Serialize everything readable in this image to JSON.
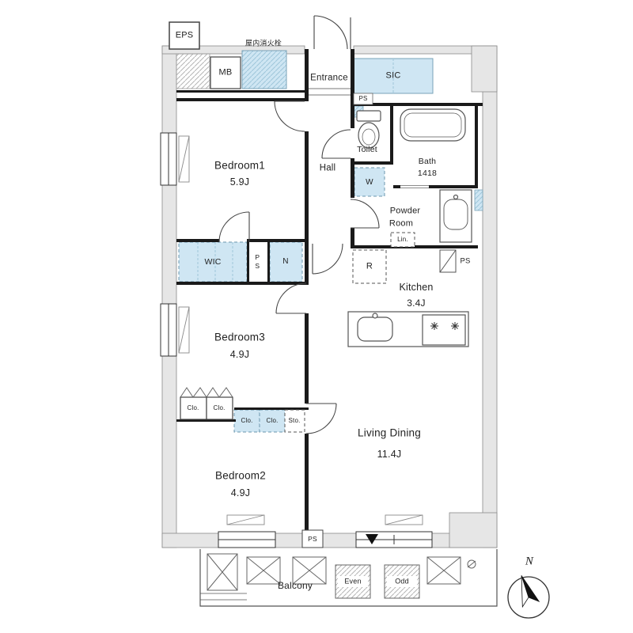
{
  "colors": {
    "highlight_blue": "#cfe6f3",
    "wall_black": "#1a1a1a",
    "exterior_band_gray": "#e6e6e6"
  },
  "labels": {
    "eps": "EPS",
    "fire_hydrant": "屋内消火栓",
    "mb": "MB",
    "entrance": "Entrance",
    "sic": "SIC",
    "ps_entrance": "PS",
    "toilet": "Toilet",
    "bath_name": "Bath",
    "bath_size": "1418",
    "hall": "Hall",
    "bedroom1_name": "Bedroom1",
    "bedroom1_size": "5.9J",
    "washer": "W",
    "powder_line1": "Powder",
    "powder_line2": "Room",
    "linen": "Lin.",
    "ps_right": "PS",
    "wic": "WIC",
    "ps_mid": "PS",
    "n_closet": "N",
    "fridge": "R",
    "kitchen_name": "Kitchen",
    "kitchen_size": "3.4J",
    "bedroom3_name": "Bedroom3",
    "bedroom3_size": "4.9J",
    "clo_1": "Clo.",
    "clo_2": "Clo.",
    "clo_3": "Clo.",
    "clo_4": "Clo.",
    "storage": "Sto.",
    "living_name": "Living Dining",
    "living_size": "11.4J",
    "bedroom2_name": "Bedroom2",
    "bedroom2_size": "4.9J",
    "ps_bottom": "PS",
    "balcony": "Balcony",
    "parking_even": "Even",
    "parking_odd": "Odd",
    "compass_north": "N"
  }
}
